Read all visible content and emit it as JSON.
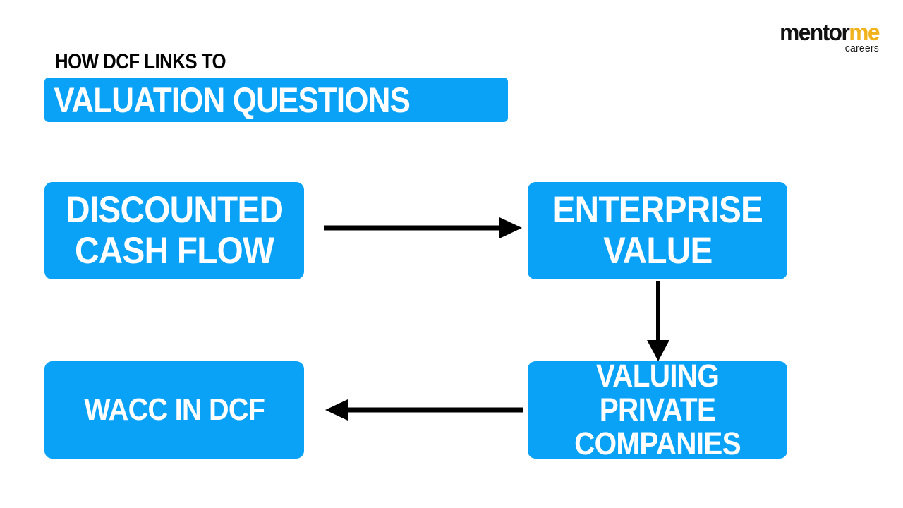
{
  "brand": {
    "name_part1": "mentor",
    "name_part2": "me",
    "tagline": "careers",
    "color_primary": "#111111",
    "color_accent": "#f2b21b"
  },
  "heading": {
    "kicker": "HOW DCF LINKS TO",
    "title": "VALUATION QUESTIONS",
    "banner_color": "#0aa2f7",
    "title_color": "#ffffff",
    "kicker_color": "#000000"
  },
  "diagram": {
    "type": "flowchart",
    "node_color": "#0aa2f7",
    "node_text_color": "#ffffff",
    "arrow_color": "#000000",
    "nodes": [
      {
        "id": "dcf",
        "label": "DISCOUNTED\nCASH FLOW",
        "position": "top-left"
      },
      {
        "id": "ev",
        "label": "ENTERPRISE\nVALUE",
        "position": "top-right"
      },
      {
        "id": "private",
        "label": "VALUING\nPRIVATE\nCOMPANIES",
        "position": "bottom-right"
      },
      {
        "id": "wacc",
        "label": "WACC IN DCF",
        "position": "bottom-left"
      }
    ],
    "edges": [
      {
        "id": "dcf-to-ev",
        "from": "dcf",
        "to": "ev",
        "direction": "right"
      },
      {
        "id": "ev-to-private",
        "from": "ev",
        "to": "private",
        "direction": "down"
      },
      {
        "id": "private-to-wacc",
        "from": "private",
        "to": "wacc",
        "direction": "left"
      }
    ]
  }
}
